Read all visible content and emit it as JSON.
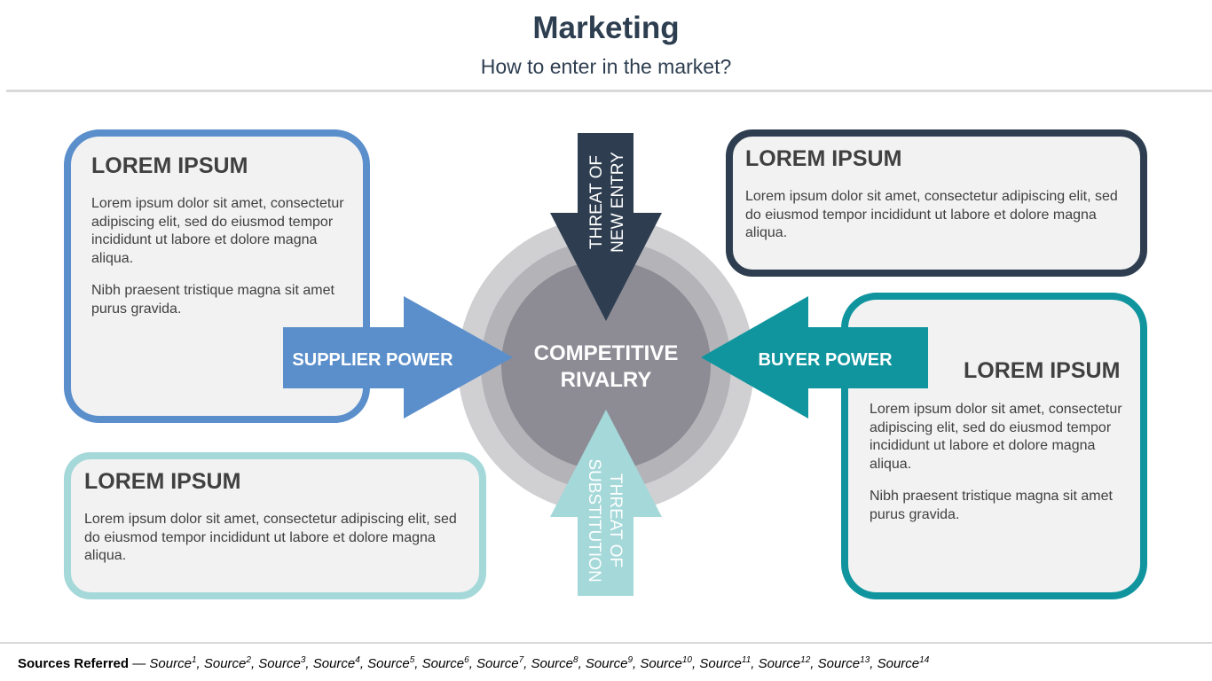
{
  "header": {
    "title": "Marketing",
    "subtitle": "How to enter in the market?"
  },
  "center": {
    "line1": "COMPETITIVE",
    "line2": "RIVALRY"
  },
  "arrows": {
    "top": {
      "line1": "THREAT OF",
      "line2": "NEW ENTRY",
      "color": "#2e3e50"
    },
    "bottom": {
      "line1": "THREAT OF",
      "line2": "SUBSTITUTION",
      "color": "#a5d8d9"
    },
    "left": {
      "label": "SUPPLIER POWER",
      "color": "#5b8fcb"
    },
    "right": {
      "label": "BUYER POWER",
      "color": "#10959f"
    }
  },
  "boxes": {
    "top_left": {
      "heading": "LOREM IPSUM",
      "para1": "Lorem ipsum dolor sit amet, consectetur adipiscing elit, sed do eiusmod tempor incididunt ut labore et dolore magna aliqua.",
      "para2": "Nibh praesent tristique magna sit amet purus gravida.",
      "color": "#5b8fcb"
    },
    "top_right": {
      "heading": "LOREM IPSUM",
      "para1": "Lorem ipsum dolor sit amet, consectetur adipiscing elit, sed do eiusmod tempor incididunt ut labore et dolore magna aliqua.",
      "color": "#2e3e50"
    },
    "bottom_left": {
      "heading": "LOREM IPSUM",
      "para1": "Lorem ipsum dolor sit amet, consectetur adipiscing elit, sed do eiusmod tempor incididunt ut labore et dolore magna aliqua.",
      "color": "#a5d8d9"
    },
    "bottom_right": {
      "heading": "LOREM IPSUM",
      "para1": "Lorem ipsum dolor sit amet, consectetur adipiscing elit, sed do eiusmod tempor incididunt ut labore et dolore magna aliqua.",
      "para2": "Nibh praesent tristique magna sit amet purus gravida.",
      "color": "#10959f"
    }
  },
  "footer": {
    "label": "Sources Referred",
    "dash": " — ",
    "sources": [
      {
        "text": "Source",
        "sup": "1"
      },
      {
        "text": "Source",
        "sup": "2"
      },
      {
        "text": "Source",
        "sup": "3"
      },
      {
        "text": "Source",
        "sup": "4"
      },
      {
        "text": "Source",
        "sup": "5"
      },
      {
        "text": "Source",
        "sup": "6"
      },
      {
        "text": "Source",
        "sup": "7"
      },
      {
        "text": "Source",
        "sup": "8"
      },
      {
        "text": "Source",
        "sup": "9"
      },
      {
        "text": "Source",
        "sup": "10"
      },
      {
        "text": "Source",
        "sup": "11"
      },
      {
        "text": "Source",
        "sup": "12"
      },
      {
        "text": "Source",
        "sup": "13"
      },
      {
        "text": "Source",
        "sup": "14"
      }
    ]
  }
}
